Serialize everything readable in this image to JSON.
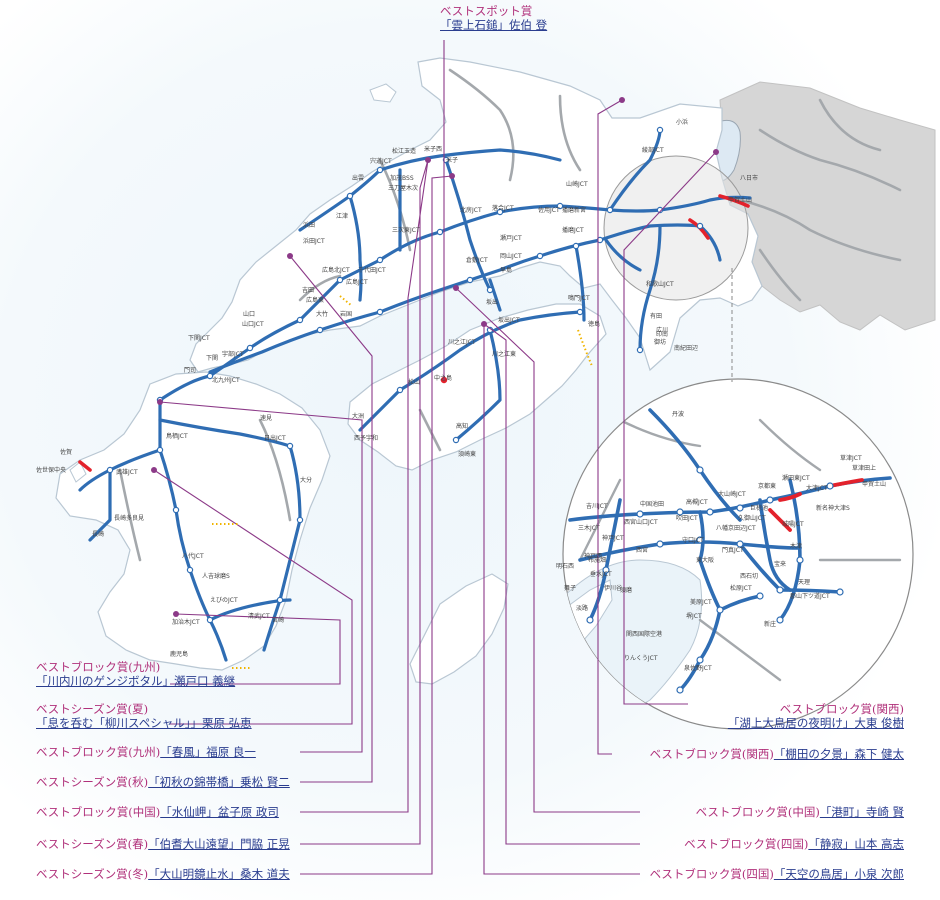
{
  "colors": {
    "sea": "#eef6fb",
    "land": "#ffffff",
    "expressway": "#2f6db3",
    "highlight": "#e3222c",
    "other_road": "#9ea3a7",
    "neighbor_land": "#d8d8d8",
    "line": "#8c3a88",
    "category_text": "#b0307a",
    "title_text": "#2a3d8f"
  },
  "best_spot": {
    "category": "ベストスポット賞",
    "title": "「雲上石鎚」佐伯 登"
  },
  "awards_left": [
    {
      "category": "ベストブロック賞(九州)",
      "title": "「川内川のゲンジボタル」瀬戸口 義継"
    },
    {
      "category": "ベストシーズン賞(夏)",
      "title": "「息を呑む「柳川スペシャル」」栗原 弘恵"
    },
    {
      "category": "ベストブロック賞(九州)",
      "title": "「春風」福原 良一"
    },
    {
      "category": "ベストシーズン賞(秋)",
      "title": "「初秋の錦帯橋」乗松 賢二"
    },
    {
      "category": "ベストブロック賞(中国)",
      "title": "「水仙岬」盆子原 政司"
    },
    {
      "category": "ベストシーズン賞(春)",
      "title": "「伯耆大山遠望」門脇 正晃"
    },
    {
      "category": "ベストシーズン賞(冬)",
      "title": "「大山明鏡止水」桑木 道夫"
    }
  ],
  "awards_right": [
    {
      "category": "ベストブロック賞(関西)",
      "title": "「湖上大鳥居の夜明け」大東 俊樹"
    },
    {
      "category": "ベストブロック賞(関西)",
      "title": "「棚田の夕景」森下 健太"
    },
    {
      "category": "ベストブロック賞(中国)",
      "title": "「港町」寺崎 賢"
    },
    {
      "category": "ベストブロック賞(四国)",
      "title": "「静寂」山本 高志"
    },
    {
      "category": "ベストブロック賞(四国)",
      "title": "「天空の鳥居」小泉 次郎"
    }
  ],
  "place_labels": [
    "松江玉造",
    "米子",
    "米子西",
    "宍道JCT",
    "出雲",
    "江津",
    "浜田",
    "浜田JCT",
    "三次東JCT",
    "広島北JCT",
    "千代田JCT",
    "広島JCT",
    "広島東",
    "大竹",
    "岩国",
    "山口",
    "山口JCT",
    "下関JCT",
    "下関",
    "門司",
    "北九州JCT",
    "宇部JCT",
    "鳥栖JCT",
    "佐賀",
    "佐世保中央",
    "武雄JCT",
    "長崎",
    "長崎多良見",
    "大分",
    "日出JCT",
    "速見",
    "宮崎",
    "清武JCT",
    "鹿児島",
    "加治木JCT",
    "八代JCT",
    "人吉球磨S",
    "えびのJCT",
    "落合JCT",
    "北房JCT",
    "岡山JCT",
    "倉敷JCT",
    "瀬戸JCT",
    "早島",
    "坂出",
    "坂出JCT",
    "鳴門JCT",
    "徳島",
    "川之江JCT",
    "川之江東",
    "松山",
    "大洲",
    "西予宇和",
    "高知",
    "須崎東",
    "佐用JCT",
    "山崎JCT",
    "播磨新宮",
    "播磨JCT",
    "綾部JCT",
    "小浜",
    "八日市",
    "甲賀土山",
    "有田",
    "印南",
    "南紀田辺",
    "広川",
    "御坊",
    "三刀屋木次",
    "加茂BSS",
    "和歌山JCT",
    "吉田",
    "中之島"
  ],
  "inset_labels": [
    "丹波",
    "草津JCT",
    "草津田上",
    "甲賀土山",
    "大津JCT",
    "新名神大津S",
    "瀬田東JCT",
    "京都東",
    "大山崎JCT",
    "城陽JCT",
    "巨椋池",
    "久御山JCT",
    "八幡京田辺JCT",
    "門真JCT",
    "高槻JCT",
    "吹田JCT",
    "中国池田",
    "守口JCT",
    "西宮山口JCT",
    "西宮",
    "三木JCT",
    "神戸西",
    "明石西",
    "垂水JCT",
    "舞子",
    "布施畑",
    "東大阪",
    "西石切",
    "松原JCT",
    "美原JCT",
    "堺JCT",
    "天理",
    "郡山下ツ道JCT",
    "新庄",
    "関西国際空港",
    "りんくうJCT",
    "泉佐野JCT",
    "宝来",
    "木津",
    "吉川JCT",
    "淡路",
    "神戸JCT",
    "伊川谷",
    "須磨"
  ]
}
